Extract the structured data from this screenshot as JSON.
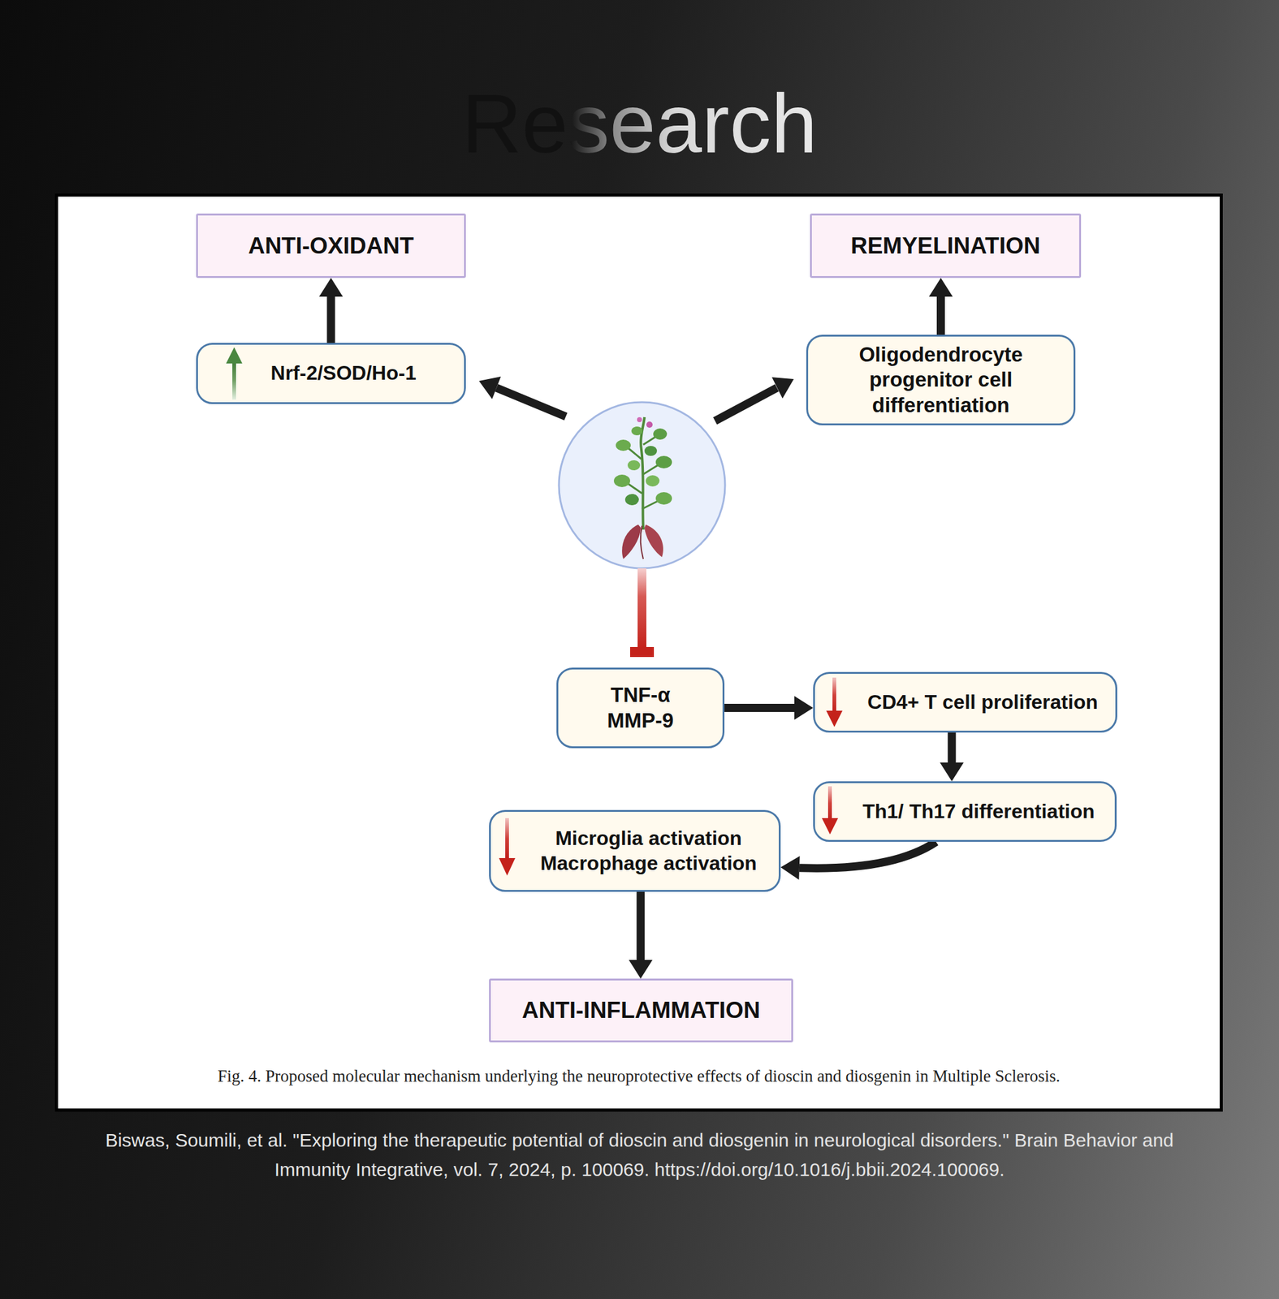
{
  "diagram": {
    "title": "Research",
    "caption": "Fig. 4. Proposed molecular mechanism underlying the neuroprotective effects of dioscin and diosgenin in Multiple Sclerosis.",
    "nodes": [
      {
        "text": [
          "ANTI-OXIDANT"
        ]
      },
      {
        "text": [
          "REMYELINATION"
        ]
      },
      {
        "text": [
          "Nrf-2/SOD/Ho-1"
        ]
      },
      {
        "text": [
          "Oligodendrocyte progenitor cell differentiation"
        ]
      },
      {
        "text": [
          "TNF-α MMP-9"
        ]
      },
      {
        "text": [
          "CD4+ T cell proliferation"
        ]
      },
      {
        "text": [
          "Th1/ Th17 differentiation"
        ]
      },
      {
        "text": [
          "Microglia activation Macrophage activation"
        ]
      },
      {
        "text": [
          "ANTI-INFLAMMATION"
        ]
      }
    ],
    "edges": [
      {
        "from": 2,
        "to": 0,
        "arrow": "to"
      },
      {
        "from": 3,
        "to": 1,
        "arrow": "to"
      },
      {
        "from": 4,
        "to": 5,
        "arrow": "to"
      },
      {
        "from": 5,
        "to": 6,
        "arrow": "to"
      },
      {
        "from": 6,
        "to": 7,
        "arrow": "to"
      },
      {
        "from": 7,
        "to": 8,
        "arrow": "to"
      }
    ],
    "labels": [
      "Biswas, Soumili, et al. \"Exploring the therapeutic potential of dioscin and diosgenin in neurological disorders.\" Brain Behavior and Immunity Integrative, vol. 7, 2024, p. 100069. https://doi.org/10.1016/j.bbii.2024.100069."
    ]
  }
}
